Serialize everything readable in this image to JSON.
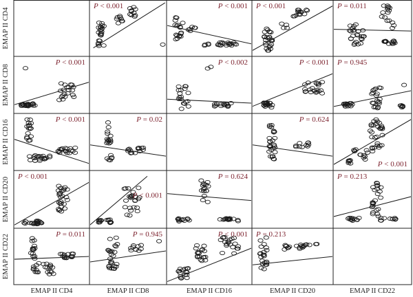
{
  "chart_data": {
    "type": "scatter-matrix",
    "variables": [
      "EMAP II CD4",
      "EMAP II CD8",
      "EMAP II CD16",
      "EMAP II CD20",
      "EMAP II CD22"
    ],
    "p_prefix": "P",
    "colors": {
      "p_label": "#7a1f2b",
      "points": "#1a1a1a",
      "line": "#1a1a1a",
      "grid": "#222222"
    },
    "p_values": [
      [
        "",
        "< 0.001",
        "< 0.001",
        "< 0.001",
        "= 0.011"
      ],
      [
        "< 0.001",
        "",
        "< 0.002",
        "< 0.001",
        "= 0.945"
      ],
      [
        "< 0.001",
        "= 0.02",
        "",
        "= 0.624",
        "< 0.001"
      ],
      [
        "< 0.001",
        "< 0.001",
        "= 0.624",
        "",
        "= 0.213"
      ],
      [
        "= 0.011",
        "= 0.945",
        "< 0.001",
        "= 0.213",
        ""
      ]
    ]
  }
}
